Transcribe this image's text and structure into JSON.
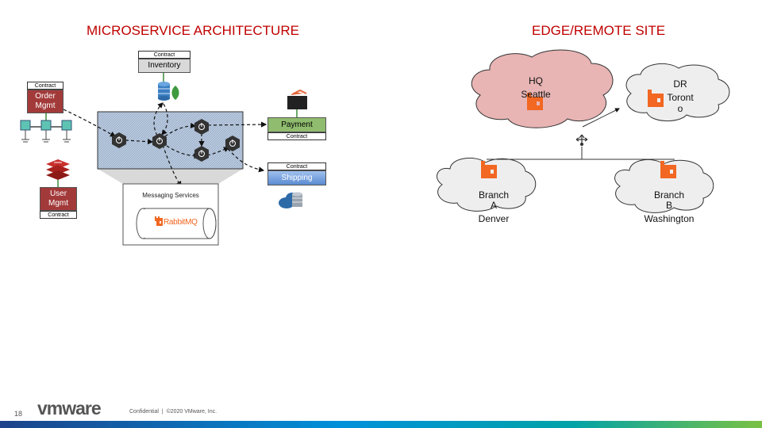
{
  "left_title": "MICROSERVICE ARCHITECTURE",
  "right_title": "EDGE/REMOTE SITE",
  "services": {
    "inventory": {
      "contract": "Contract",
      "label": "Inventory"
    },
    "order": {
      "contract": "Contract",
      "label_line1": "Order",
      "label_line2": "Mgmt"
    },
    "user": {
      "label_line1": "User",
      "label_line2": "Mgmt",
      "contract": "Contract"
    },
    "payment": {
      "label": "Payment",
      "contract": "Contract"
    },
    "shipping": {
      "contract": "Contract",
      "label": "Shipping"
    }
  },
  "messaging": {
    "title": "Messaging Services",
    "logo_text": "RabbitMQ"
  },
  "sites": {
    "hq": [
      "HQ",
      "Seattle"
    ],
    "dr": [
      "DR",
      "Toront",
      "o"
    ],
    "branch_a": [
      "Branch",
      "A",
      "Denver"
    ],
    "branch_b": [
      "Branch",
      "B",
      "Washington"
    ]
  },
  "footer": {
    "page_number": "18",
    "brand": "vmware",
    "text": "Confidential  |  ©2020 VMware, Inc."
  },
  "colors": {
    "title_red": "#c00000",
    "service_red": "#a33a3a",
    "payment_green": "#8fbc6e",
    "shipping_blue": "#5b8bd1",
    "rabbit_orange": "#f26722",
    "cloud_pink": "#e8b4b4",
    "cloud_grey": "#eeeeee"
  }
}
